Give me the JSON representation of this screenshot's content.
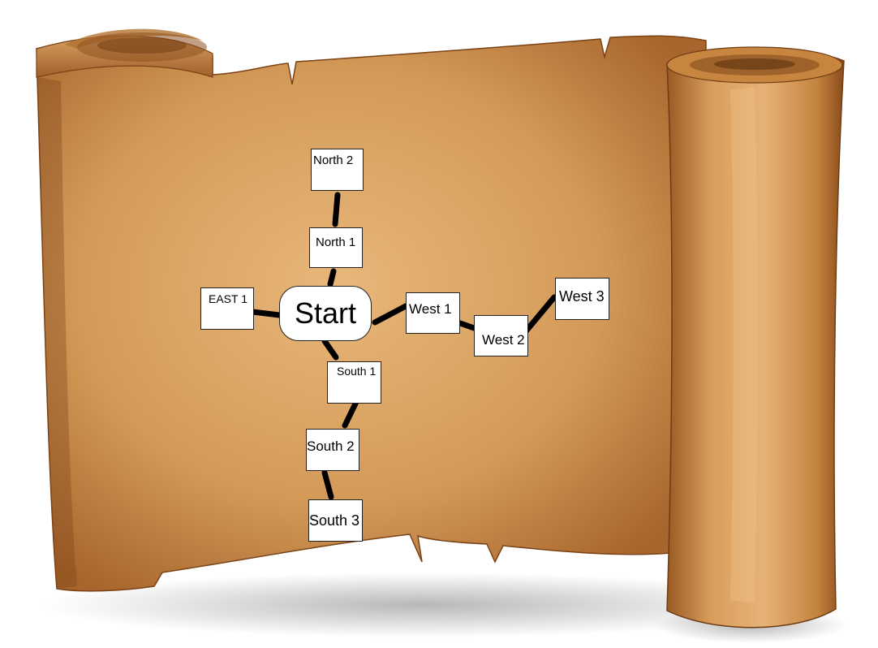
{
  "diagram": {
    "start": {
      "label": "Start"
    },
    "nodes": {
      "north2": "North 2",
      "north1": "North 1",
      "east1": "EAST 1",
      "west1": "West 1",
      "west2": "West 2",
      "west3": "West 3",
      "south1": "South 1",
      "south2": "South 2",
      "south3": "South 3"
    },
    "connections": [
      [
        "north2",
        "north1"
      ],
      [
        "north1",
        "start"
      ],
      [
        "east1",
        "start"
      ],
      [
        "start",
        "west1"
      ],
      [
        "west1",
        "west2"
      ],
      [
        "west2",
        "west3"
      ],
      [
        "start",
        "south1"
      ],
      [
        "south1",
        "south2"
      ],
      [
        "south2",
        "south3"
      ]
    ]
  },
  "colors": {
    "parchment": "#c98a45",
    "parchment_light": "#e3ad6c",
    "parchment_dark": "#8a4f1c",
    "node_fill": "#ffffff",
    "connector": "#000000"
  }
}
